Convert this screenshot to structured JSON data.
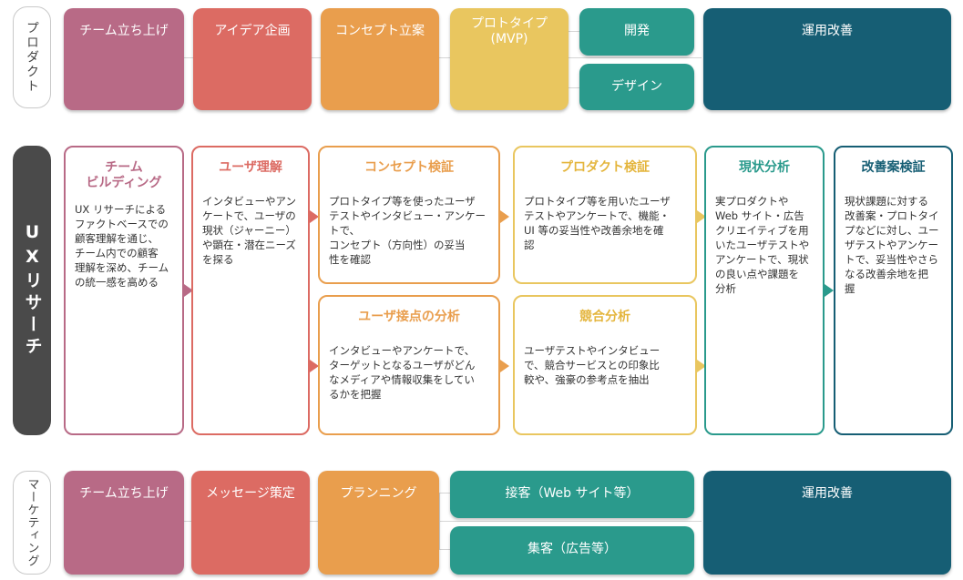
{
  "colors": {
    "pink": "#b86a86",
    "coral": "#dc6b63",
    "orange": "#e99e4d",
    "yellow": "#e9c65f",
    "teal": "#2a9a8c",
    "navy": "#165e74",
    "side_dark": "#4a4a4a"
  },
  "product": {
    "label": "プロダクト",
    "steps": [
      "チーム立ち上げ",
      "アイデア企画",
      "コンセプト立案",
      "プロトタイプ\n(MVP)",
      "開発",
      "デザイン",
      "運用改善"
    ]
  },
  "research": {
    "label": "UXリサーチ",
    "cards": [
      {
        "title": "チーム\nビルディング",
        "body": "UX リサーチによる\nファクトベースでの\n顧客理解を通じ、\nチーム内での顧客\n理解を深め、チーム\nの統一感を高める"
      },
      {
        "title": "ユーザ理解",
        "body": "インタビューやアン\nケートで、ユーザの\n現状（ジャーニー）\nや顕在・潜在ニーズ\nを探る"
      },
      {
        "title": "コンセプト検証",
        "body": "プロトタイプ等を使ったユーザ\nテストやインタビュー・アンケー\nトで、\nコンセプト（方向性）の妥当\n性を確認"
      },
      {
        "title": "ユーザ接点の分析",
        "body": "インタビューやアンケートで、\nターゲットとなるユーザがどん\nなメディアや情報収集をしてい\nるかを把握"
      },
      {
        "title": "プロダクト検証",
        "body": "プロトタイプ等を用いたユーザ\nテストやアンケートで、機能・\nUI 等の妥当性や改善余地を確\n認"
      },
      {
        "title": "競合分析",
        "body": "ユーザテストやインタビュー\nで、競合サービスとの印象比\n較や、強豪の参考点を抽出"
      },
      {
        "title": "現状分析",
        "body": "実プロダクトや\nWeb サイト・広告\nクリエイティブを用\nいたユーザテストや\nアンケートで、現状\nの良い点や課題を\n分析"
      },
      {
        "title": "改善案検証",
        "body": "現状課題に対する\n改善案・プロトタイ\nプなどに対し、ユー\nザテストやアンケー\nトで、妥当性やさら\nなる改善余地を把\n握"
      }
    ]
  },
  "marketing": {
    "label": "マーケティング",
    "steps": [
      "チーム立ち上げ",
      "メッセージ策定",
      "プランニング",
      "接客（Web サイト等）",
      "集客（広告等）",
      "運用改善"
    ]
  }
}
